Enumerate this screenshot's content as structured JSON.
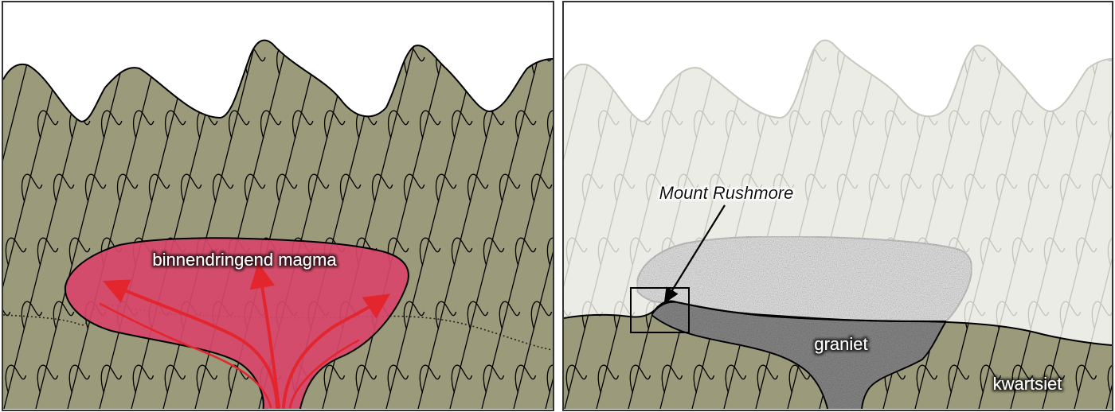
{
  "panels": [
    {
      "id": "left",
      "labels": {
        "magma": "binnendringend magma"
      }
    },
    {
      "id": "right",
      "labels": {
        "landmark": "Mount Rushmore",
        "granite": "graniet",
        "quartzite": "kwartsiet"
      }
    }
  ],
  "colors": {
    "rock": "#9b9a7a",
    "rock_faded": "#ecece6",
    "magma": "#d9456a",
    "arrow": "#e3262e",
    "granite": "#8f8f8f",
    "granite_faded": "#efefef",
    "outline": "#000000",
    "frame": "#333333"
  }
}
